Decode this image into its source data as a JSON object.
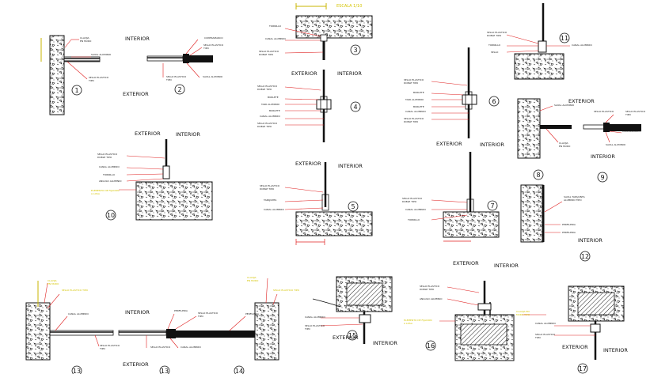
{
  "labels": {
    "interior": "INTERIOR",
    "exterior": "EXTERIOR",
    "escala": "ESCALA 1/10"
  },
  "details": [
    "1",
    "2",
    "3",
    "4",
    "5",
    "6",
    "7",
    "8",
    "9",
    "10",
    "11",
    "12",
    "13",
    "14",
    "15",
    "16",
    "17"
  ],
  "colors": {
    "leader": "#e02020",
    "highlight": "#d4c400",
    "line": "#111111"
  }
}
